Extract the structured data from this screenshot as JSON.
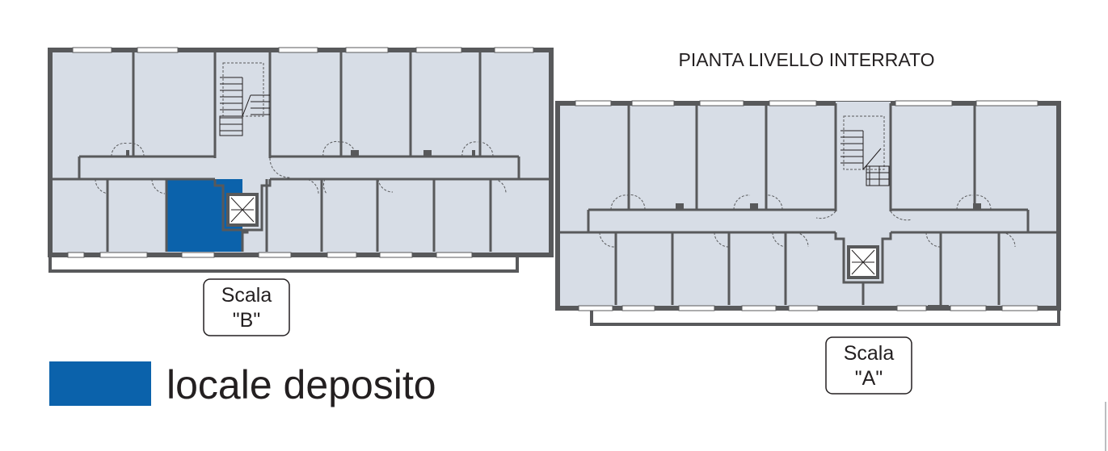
{
  "plan": {
    "title": "PIANTA LIVELLO INTERRATO",
    "stair_b": {
      "line1": "Scala",
      "line2": "\"B\""
    },
    "stair_a": {
      "line1": "Scala",
      "line2": "\"A\""
    }
  },
  "legend": {
    "label": "locale deposito",
    "color": "#0b62ab"
  },
  "colors": {
    "floor": "#d7dde6",
    "wall": "#58595b",
    "highlight": "#0b62ab"
  }
}
